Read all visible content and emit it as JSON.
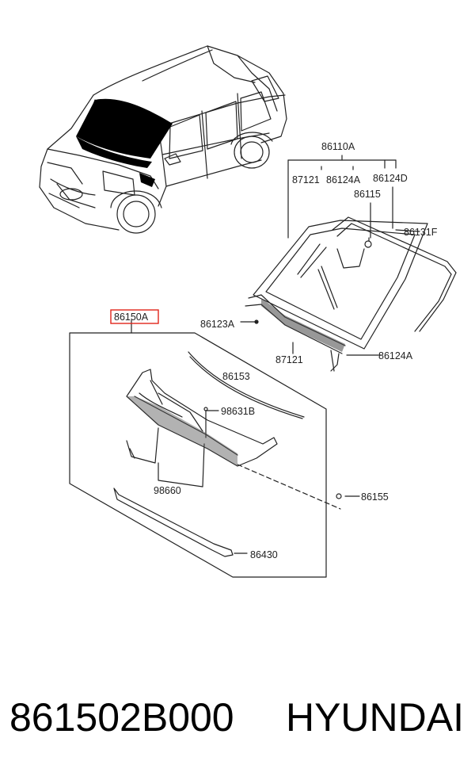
{
  "diagram": {
    "callouts": {
      "p86110A": "86110A",
      "p87121_top": "87121",
      "p86124A_top": "86124A",
      "p86124D": "86124D",
      "p86115": "86115",
      "p86131F": "86131F",
      "p86123A": "86123A",
      "p87121_bottom": "87121",
      "p86124A_bottom": "86124A",
      "p86150A": "86150A",
      "p86153": "86153",
      "p98631B": "98631B",
      "p98660": "98660",
      "p86155": "86155",
      "p86430": "86430"
    },
    "highlight_color": "#e0241b"
  },
  "footer": {
    "part_number": "861502B000",
    "brand": "HYUNDAI"
  }
}
